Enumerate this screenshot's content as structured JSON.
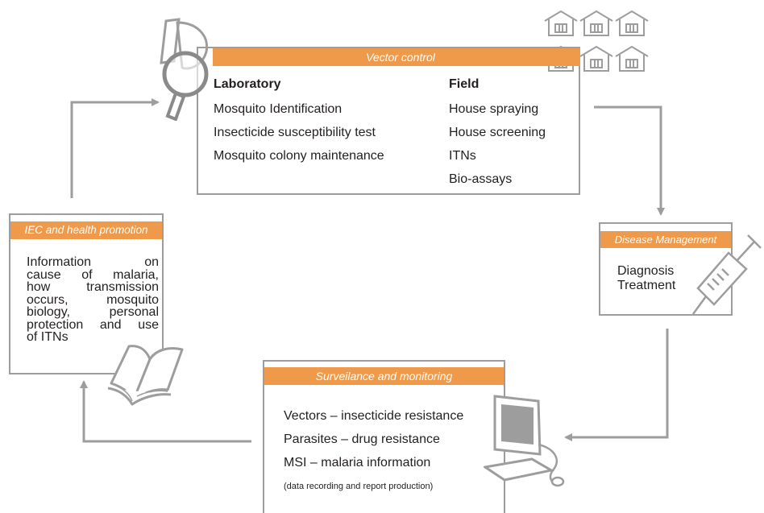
{
  "vector_control": {
    "title": "Vector control",
    "laboratory_heading": "Laboratory",
    "laboratory_items": [
      "Mosquito Identification",
      "Insecticide susceptibility test",
      "Mosquito colony maintenance"
    ],
    "field_heading": "Field",
    "field_items": [
      "House spraying",
      "House screening",
      "ITNs",
      "Bio-assays"
    ]
  },
  "disease_management": {
    "title": "Disease Management",
    "items": [
      "Diagnosis",
      "Treatment"
    ]
  },
  "surveillance": {
    "title": "Surveilance and monitoring",
    "items": [
      "Vectors – insecticide resistance",
      "Parasites – drug resistance",
      "MSI – malaria information"
    ],
    "note": "(data recording and report production)"
  },
  "iec": {
    "title": "IEC and health promotion",
    "body_lines": [
      "Information on",
      "cause of malaria,",
      "how transmission",
      "occurs, mosquito",
      "biology, personal",
      "protection and use",
      "of ITNs"
    ]
  },
  "colors": {
    "accent": "#ef9a4a",
    "line": "#9d9d9d",
    "text": "#231f20"
  },
  "icons": [
    "magnifier-icon",
    "houses-icon",
    "syringe-icon",
    "computer-icon",
    "book-icon"
  ]
}
